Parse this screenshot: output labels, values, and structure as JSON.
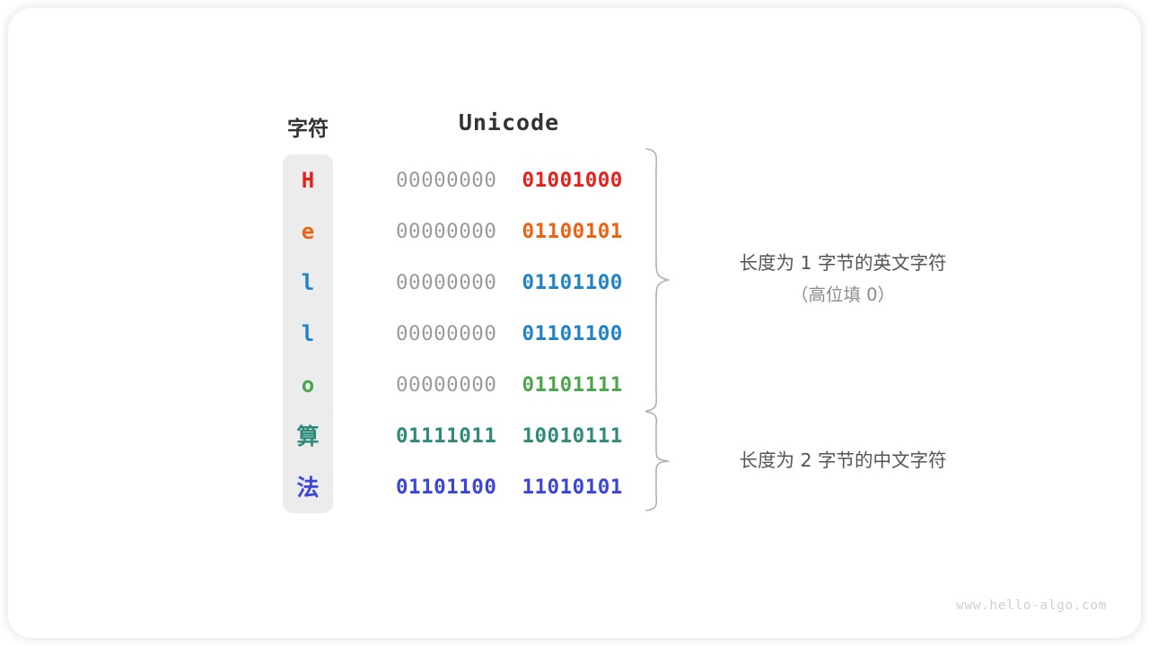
{
  "figure": {
    "watermark": "www.hello-algo.com"
  },
  "headers": {
    "character": "字符",
    "unicode": "Unicode"
  },
  "colors": {
    "red": "#e8201c",
    "orange": "#ee6112",
    "blue": "#1f83c8",
    "green": "#4ca64c",
    "teal": "#2e8b79",
    "indigo": "#3a44d8",
    "gray_bits": "#9a9a9a",
    "panel_bg": "#ececec",
    "annotation": "#555555",
    "annotation_sub": "#8b8b8b",
    "brace": "#b0b0b0",
    "watermark": "#cfcfcf"
  },
  "rows": [
    {
      "char": "H",
      "color": "#e8201c",
      "high_byte": "00000000",
      "low_byte": "01001000",
      "high_is_padding": true,
      "cjk": false
    },
    {
      "char": "e",
      "color": "#ee6112",
      "high_byte": "00000000",
      "low_byte": "01100101",
      "high_is_padding": true,
      "cjk": false
    },
    {
      "char": "l",
      "color": "#1f83c8",
      "high_byte": "00000000",
      "low_byte": "01101100",
      "high_is_padding": true,
      "cjk": false
    },
    {
      "char": "l",
      "color": "#1f83c8",
      "high_byte": "00000000",
      "low_byte": "01101100",
      "high_is_padding": true,
      "cjk": false
    },
    {
      "char": "o",
      "color": "#4ca64c",
      "high_byte": "00000000",
      "low_byte": "01101111",
      "high_is_padding": true,
      "cjk": false
    },
    {
      "char": "算",
      "color": "#2e8b79",
      "high_byte": "01111011",
      "low_byte": "10010111",
      "high_is_padding": false,
      "cjk": true
    },
    {
      "char": "法",
      "color": "#3a44d8",
      "high_byte": "01101100",
      "low_byte": "11010101",
      "high_is_padding": false,
      "cjk": true
    }
  ],
  "annotations": [
    {
      "line1": "长度为 1 字节的英文字符",
      "line2": "（高位填 0）"
    },
    {
      "line1": "长度为 2 字节的中文字符",
      "line2": ""
    }
  ]
}
